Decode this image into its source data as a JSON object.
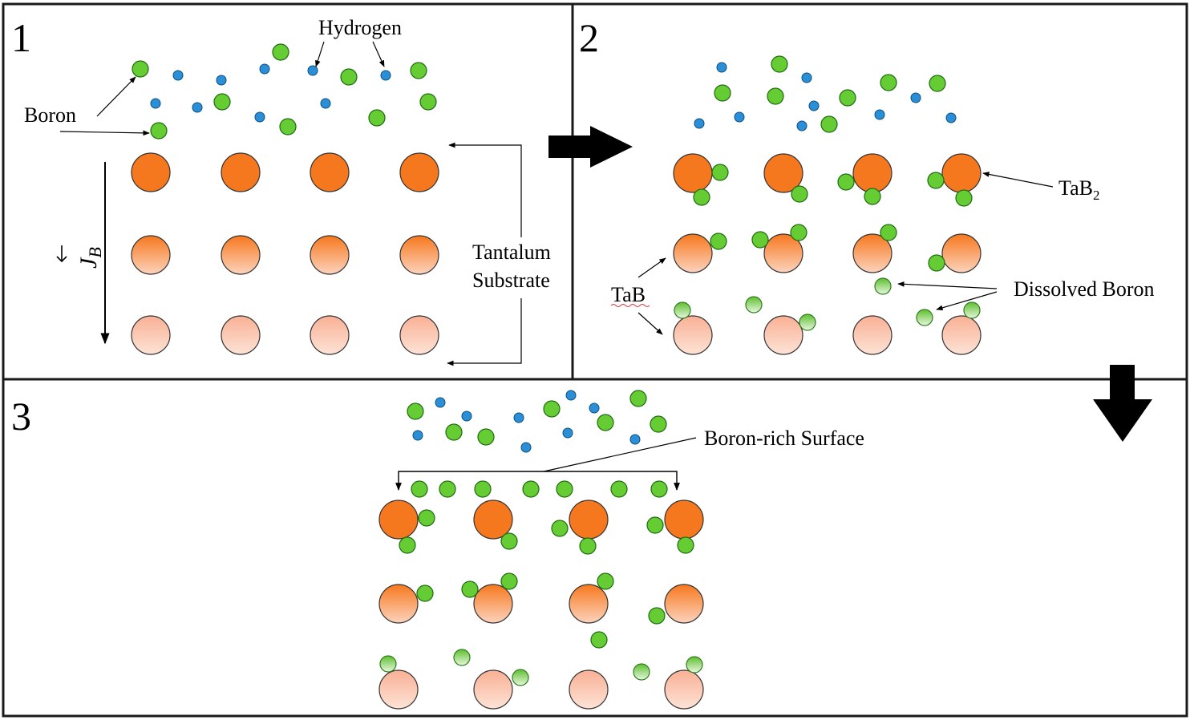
{
  "panels": [
    {
      "number": "1"
    },
    {
      "number": "2"
    },
    {
      "number": "3"
    }
  ],
  "labels": {
    "hydrogen": "Hydrogen",
    "boron": "Boron",
    "tantalum_line1": "Tantalum",
    "tantalum_line2": "Substrate",
    "flux_symbol": "J",
    "flux_subscript": "B",
    "tab2_main": "TaB",
    "tab2_sub": "2",
    "tab": "TaB",
    "dissolved_boron": "Dissolved Boron",
    "boron_rich_surface": "Boron-rich Surface"
  },
  "colors": {
    "boron_green": "#66cc33",
    "hydrogen_blue": "#2b8fd8",
    "tantalum_orange_dark": "#f6781e",
    "tantalum_orange_mid": "#f9a86a",
    "tantalum_orange_light": "#fbd2bd",
    "border": "#1a1a1a"
  }
}
